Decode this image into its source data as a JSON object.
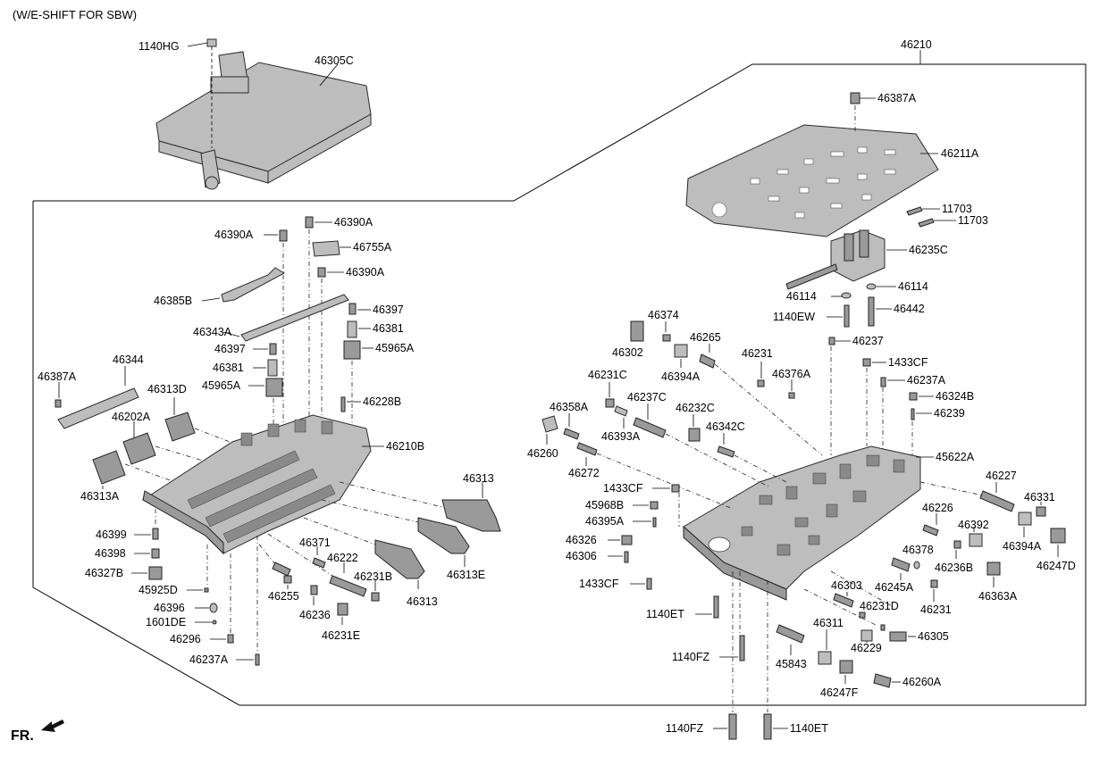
{
  "header": {
    "title": "(W/E-SHIFT FOR SBW)"
  },
  "footer": {
    "direction_label": "FR."
  },
  "labels": {
    "l1140HG": "1140HG",
    "l46305C": "46305C",
    "l46210": "46210",
    "l46387A_r": "46387A",
    "l46211A": "46211A",
    "l11703_a": "11703",
    "l11703_b": "11703",
    "l46235C": "46235C",
    "l46114_a": "46114",
    "l46114_b": "46114",
    "l1140EW": "1140EW",
    "l46442": "46442",
    "l46237": "46237",
    "l1433CF_a": "1433CF",
    "l46237A_r": "46237A",
    "l46324B": "46324B",
    "l46239": "46239",
    "l45622A": "45622A",
    "l46374": "46374",
    "l46302": "46302",
    "l46265": "46265",
    "l46394A_a": "46394A",
    "l46231_a": "46231",
    "l46376A": "46376A",
    "l46231C": "46231C",
    "l46237C": "46237C",
    "l46358A": "46358A",
    "l46232C": "46232C",
    "l46393A": "46393A",
    "l46342C": "46342C",
    "l46260": "46260",
    "l46272": "46272",
    "l1433CF_b": "1433CF",
    "l45968B": "45968B",
    "l46395A": "46395A",
    "l46326": "46326",
    "l46306": "46306",
    "l1433CF_c": "1433CF",
    "l1140ET_a": "1140ET",
    "l1140FZ_a": "1140FZ",
    "l1140FZ_b": "1140FZ",
    "l1140ET_b": "1140ET",
    "l46227": "46227",
    "l46331": "46331",
    "l46226": "46226",
    "l46392": "46392",
    "l46394A_b": "46394A",
    "l46378": "46378",
    "l46236B": "46236B",
    "l46247D": "46247D",
    "l46303": "46303",
    "l46245A": "46245A",
    "l46363A": "46363A",
    "l46231D": "46231D",
    "l46231_b": "46231",
    "l46311": "46311",
    "l46305": "46305",
    "l46229": "46229",
    "l45843": "45843",
    "l46247F": "46247F",
    "l46260A": "46260A",
    "l46390A_a": "46390A",
    "l46390A_b": "46390A",
    "l46755A": "46755A",
    "l46390A_c": "46390A",
    "l46385B": "46385B",
    "l46397_a": "46397",
    "l46381_a": "46381",
    "l46343A": "46343A",
    "l46397_b": "46397",
    "l45965A_a": "45965A",
    "l46381_b": "46381",
    "l46344": "46344",
    "l46387A_l": "46387A",
    "l45965A_b": "45965A",
    "l46228B": "46228B",
    "l46313D": "46313D",
    "l46202A": "46202A",
    "l46210B": "46210B",
    "l46313_a": "46313",
    "l46313A": "46313A",
    "l46399": "46399",
    "l46398": "46398",
    "l46327B": "46327B",
    "l45925D": "45925D",
    "l46396": "46396",
    "l1601DE": "1601DE",
    "l46296": "46296",
    "l46237A_l": "46237A",
    "l46371": "46371",
    "l46222": "46222",
    "l46231B": "46231B",
    "l46255": "46255",
    "l46236": "46236",
    "l46231E": "46231E",
    "l46313_b": "46313",
    "l46313E": "46313E"
  }
}
